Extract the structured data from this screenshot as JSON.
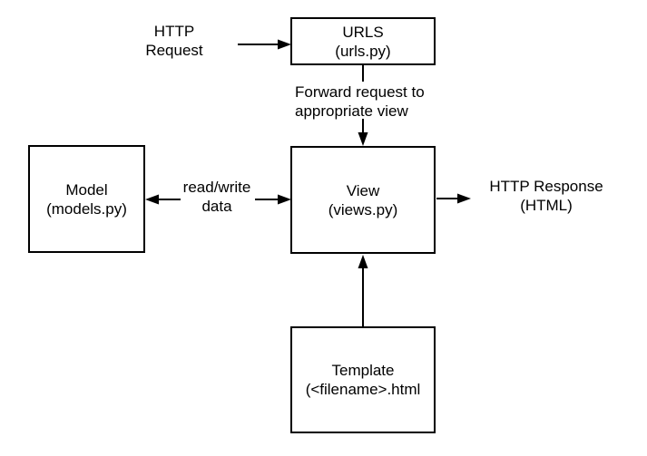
{
  "diagram": {
    "colors": {
      "stroke": "#000000",
      "text": "#000000",
      "background": "#ffffff"
    },
    "boxes": {
      "urls": {
        "title": "URLS",
        "subtitle": "(urls.py)"
      },
      "view": {
        "title": "View",
        "subtitle": "(views.py)"
      },
      "model": {
        "title": "Model",
        "subtitle": "(models.py)"
      },
      "template": {
        "title": "Template",
        "subtitle": "(<filename>.html"
      }
    },
    "labels": {
      "http_request": {
        "line1": "HTTP",
        "line2": "Request"
      },
      "forward": {
        "line1": "Forward request to",
        "line2": "appropriate view"
      },
      "read_write": {
        "line1": "read/write",
        "line2": "data"
      },
      "http_response": {
        "line1": "HTTP Response",
        "line2": "(HTML)"
      }
    }
  }
}
